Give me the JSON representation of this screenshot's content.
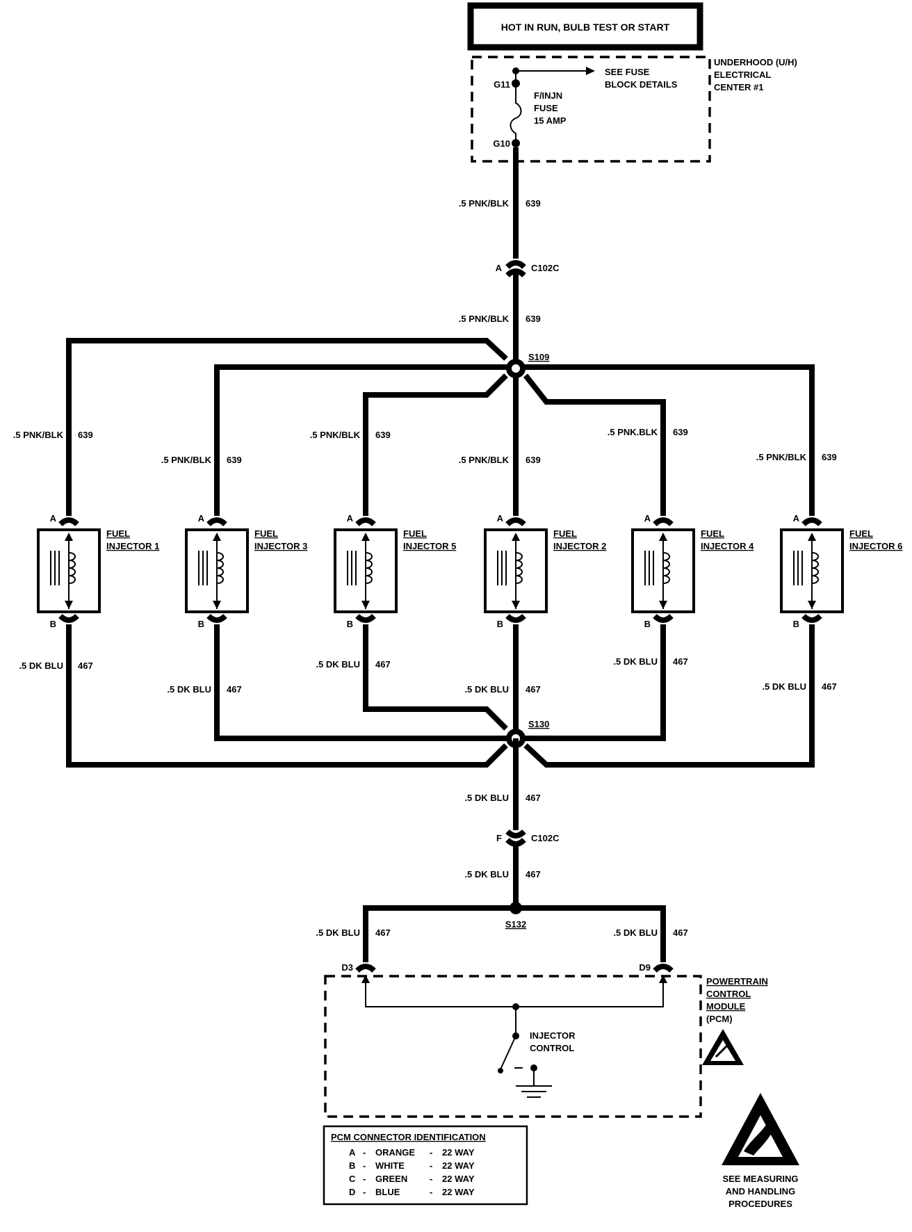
{
  "power": {
    "header": "HOT IN RUN, BULB TEST OR START",
    "center_label": [
      "UNDERHOOD (U/H)",
      "ELECTRICAL",
      "CENTER #1"
    ],
    "see_fuse": [
      "SEE FUSE",
      "BLOCK DETAILS"
    ],
    "fuse_name": [
      "F/INJN",
      "FUSE",
      "15 AMP"
    ],
    "pin_in": "G11",
    "pin_out": "G10"
  },
  "feed": {
    "wire": ".5 PNK/BLK",
    "circuit": "639",
    "connector": "C102C",
    "connector_pin": "A",
    "splice": "S109"
  },
  "injectors": [
    {
      "name": [
        "FUEL",
        "INJECTOR 1"
      ],
      "pin_a": "A",
      "pin_b": "B"
    },
    {
      "name": [
        "FUEL",
        "INJECTOR 3"
      ],
      "pin_a": "A",
      "pin_b": "B"
    },
    {
      "name": [
        "FUEL",
        "INJECTOR 5"
      ],
      "pin_a": "A",
      "pin_b": "B"
    },
    {
      "name": [
        "FUEL",
        "INJECTOR 2"
      ],
      "pin_a": "A",
      "pin_b": "B"
    },
    {
      "name": [
        "FUEL",
        "INJECTOR 4"
      ],
      "pin_a": "A",
      "pin_b": "B"
    },
    {
      "name": [
        "FUEL",
        "INJECTOR 6"
      ],
      "pin_a": "A",
      "pin_b": "B"
    }
  ],
  "feed_labels": [
    ".5 PNK/BLK",
    ".5 PNK/BLK",
    ".5 PNK/BLK",
    ".5 PNK/BLK",
    ".5 PNK.BLK",
    ".5 PNK/BLK"
  ],
  "return": {
    "wire": ".5 DK BLU",
    "circuit": "467",
    "splice": "S130",
    "connector": "C102C",
    "connector_pin": "F",
    "splice2": "S132"
  },
  "pcm": {
    "label": [
      "POWERTRAIN",
      "CONTROL",
      "MODULE",
      "(PCM)"
    ],
    "pin_left": "D3",
    "pin_right": "D9",
    "control": [
      "INJECTOR",
      "CONTROL"
    ]
  },
  "connector_table": {
    "title": "PCM CONNECTOR IDENTIFICATION",
    "rows": [
      {
        "pin": "A",
        "color": "ORANGE",
        "size": "22 WAY"
      },
      {
        "pin": "B",
        "color": "WHITE",
        "size": "22 WAY"
      },
      {
        "pin": "C",
        "color": "GREEN",
        "size": "22 WAY"
      },
      {
        "pin": "D",
        "color": "BLUE",
        "size": "22 WAY"
      }
    ]
  },
  "esd_note": [
    "SEE MEASURING",
    "AND HANDLING",
    "PROCEDURES"
  ]
}
